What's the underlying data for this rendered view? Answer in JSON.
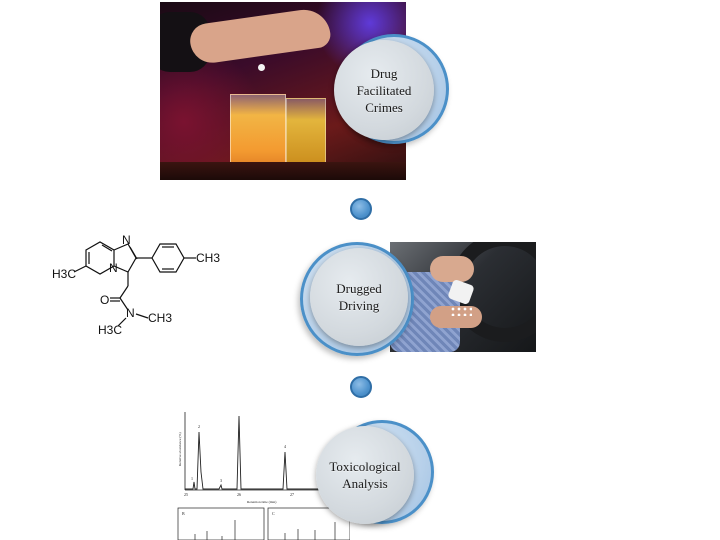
{
  "stages": [
    {
      "label": "Drug\nFacilitated\nCrimes"
    },
    {
      "label": "Drugged\nDriving"
    },
    {
      "label": "Toxicological\nAnalysis"
    }
  ],
  "molecule": {
    "labels": {
      "methyl_left": "H3C",
      "methyl_right": "CH3",
      "n_ring_top": "N",
      "n_ring_bridge": "N",
      "oxygen": "O",
      "n_amide": "N",
      "methyl_n_right": "CH3",
      "methyl_n_left": "H3C"
    }
  },
  "chromatogram": {
    "ylabel": "Relative abundance (%)",
    "xlabel": "Retention time (min)",
    "x_ticks": [
      "25",
      "26",
      "27"
    ],
    "peak_labels": [
      "1",
      "2",
      "3",
      "4"
    ],
    "panel_labels": [
      "B",
      "C"
    ]
  },
  "colors": {
    "ring_border": "#4b90c8",
    "dot": "#4f93cd"
  }
}
